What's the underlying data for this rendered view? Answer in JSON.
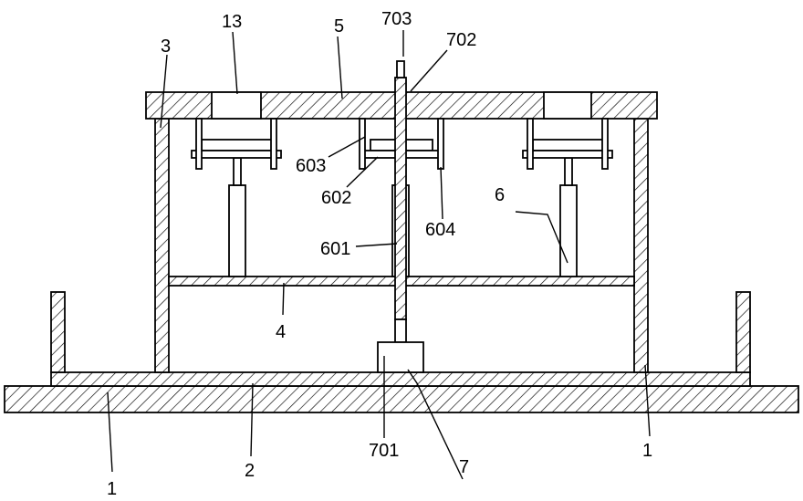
{
  "labels": {
    "l13": "13",
    "l5": "5",
    "l703": "703",
    "l702": "702",
    "l3": "3",
    "l603": "603",
    "l602": "602",
    "l604": "604",
    "l601": "601",
    "l6": "6",
    "l4": "4",
    "l1_left": "1",
    "l2": "2",
    "l701": "701",
    "l7": "7",
    "l1_right": "1"
  },
  "colors": {
    "line": "#000000",
    "background": "#ffffff"
  }
}
